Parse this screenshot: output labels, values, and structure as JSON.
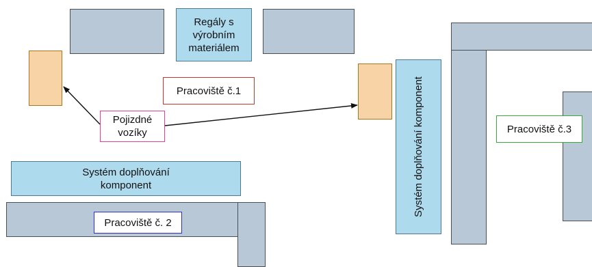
{
  "rack_label": "Regály s výrobním materiálem",
  "workstation_1": "Pracoviště č.1",
  "workstation_2": "Pracoviště č. 2",
  "workstation_3": "Pracoviště č.3",
  "carts_label": "Pojizdné vozíky",
  "supply_system_horizontal": "Systém doplňování komponent",
  "supply_system_vertical": "Systém doplňování komponent",
  "colors": {
    "shelf_gray": "#b9c8d6",
    "supply_blue": "#aedaee",
    "cart_orange": "#f8d3a5",
    "ws1_border": "#c0392b",
    "ws2_border": "#2e2bd0",
    "ws3_border": "#3aa83a",
    "carts_border": "#e0409a"
  }
}
